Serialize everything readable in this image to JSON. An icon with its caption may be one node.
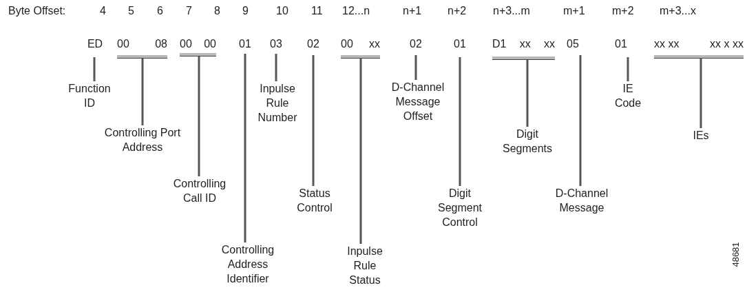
{
  "diagram": {
    "nodes": [
      {
        "text": [
          "ED"
        ]
      },
      {
        "text": [
          "00",
          "08"
        ]
      },
      {
        "text": [
          "00",
          "00"
        ]
      },
      {
        "text": [
          "01"
        ]
      },
      {
        "text": [
          "03"
        ]
      },
      {
        "text": [
          "02"
        ]
      },
      {
        "text": [
          "00",
          "xx"
        ]
      },
      {
        "text": [
          "02"
        ]
      },
      {
        "text": [
          "01"
        ]
      },
      {
        "text": [
          "D1",
          "xx",
          "xx"
        ]
      },
      {
        "text": [
          "05"
        ]
      },
      {
        "text": [
          "01"
        ]
      },
      {
        "text": [
          "xx xx",
          "xx x xx"
        ]
      },
      {
        "text": [
          "Function ID"
        ]
      },
      {
        "text": [
          "Controlling Port Address"
        ]
      },
      {
        "text": [
          "Controlling Call ID"
        ]
      },
      {
        "text": [
          "Controlling Address Identifier"
        ]
      },
      {
        "text": [
          "Inpulse Rule Number"
        ]
      },
      {
        "text": [
          "Status Control"
        ]
      },
      {
        "text": [
          "Inpulse Rule Status"
        ]
      },
      {
        "text": [
          "D-Channel Message Offset"
        ]
      },
      {
        "text": [
          "Digit Segment Control"
        ]
      },
      {
        "text": [
          "Digit Segments"
        ]
      },
      {
        "text": [
          "D-Channel Message"
        ]
      },
      {
        "text": [
          "IE Code"
        ]
      },
      {
        "text": [
          "IEs"
        ]
      }
    ],
    "edges": [
      {
        "from": 13,
        "to": 0,
        "arrow": "none"
      },
      {
        "from": 14,
        "to": 1,
        "arrow": "none"
      },
      {
        "from": 15,
        "to": 2,
        "arrow": "none"
      },
      {
        "from": 16,
        "to": 3,
        "arrow": "none"
      },
      {
        "from": 17,
        "to": 4,
        "arrow": "none"
      },
      {
        "from": 18,
        "to": 5,
        "arrow": "none"
      },
      {
        "from": 19,
        "to": 6,
        "arrow": "none"
      },
      {
        "from": 20,
        "to": 7,
        "arrow": "none"
      },
      {
        "from": 21,
        "to": 8,
        "arrow": "none"
      },
      {
        "from": 22,
        "to": 9,
        "arrow": "none"
      },
      {
        "from": 23,
        "to": 10,
        "arrow": "none"
      },
      {
        "from": 24,
        "to": 11,
        "arrow": "none"
      },
      {
        "from": 25,
        "to": 12,
        "arrow": "none"
      }
    ],
    "labels": [
      "Byte Offset:",
      "4",
      "5",
      "6",
      "7",
      "8",
      "9",
      "10",
      "11",
      "12...n",
      "n+1",
      "n+2",
      "n+3...m",
      "m+1",
      "m+2",
      "m+3...x",
      "48681"
    ]
  }
}
